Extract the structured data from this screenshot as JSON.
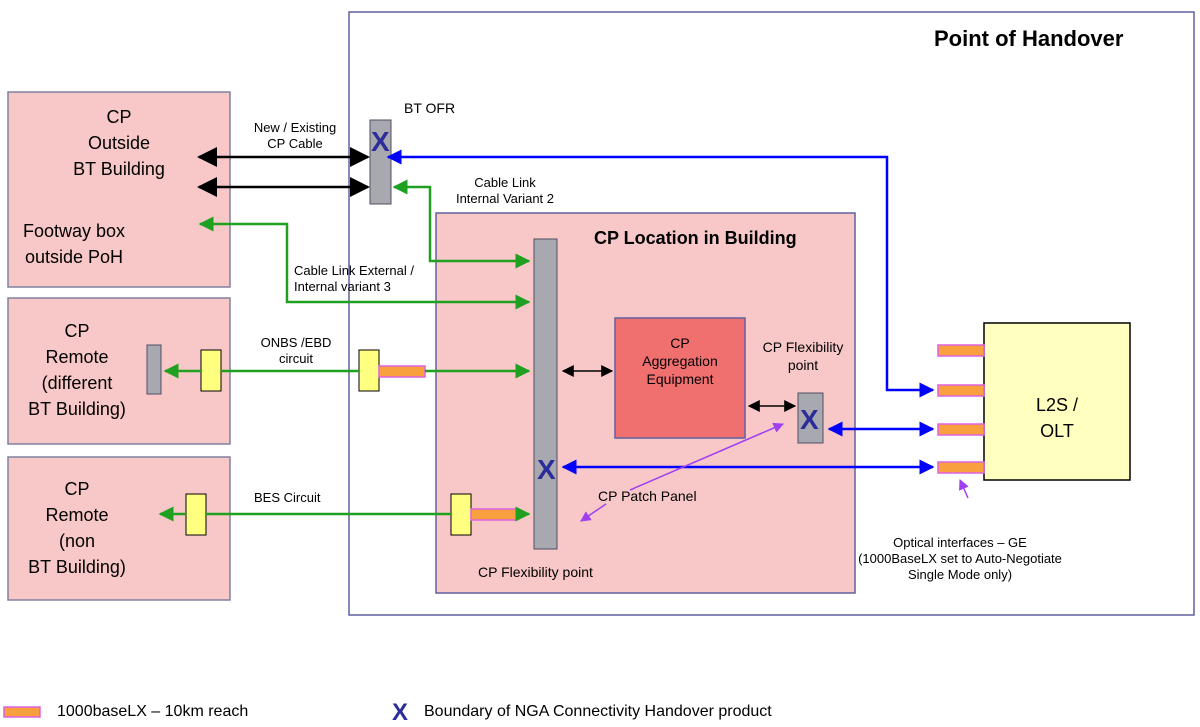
{
  "title": "Point of Handover",
  "cp_location_title": "CP Location in Building",
  "cp_outside": [
    "CP",
    "Outside",
    "BT Building"
  ],
  "footway": [
    "Footway box",
    "outside PoH"
  ],
  "cp_remote_diff": [
    "CP",
    "Remote",
    "(different",
    "BT Building)"
  ],
  "cp_remote_non": [
    "CP",
    "Remote",
    "(non",
    "BT Building)"
  ],
  "bt_ofr": "BT OFR",
  "new_existing": [
    "New / Existing",
    "CP Cable"
  ],
  "cable_link_int2": [
    "Cable Link",
    "Internal Variant 2"
  ],
  "cable_link_ext": [
    "Cable Link External /",
    "Internal variant 3"
  ],
  "onbs": [
    "ONBS /EBD",
    "circuit"
  ],
  "bes": "BES Circuit",
  "aggregation": [
    "CP",
    "Aggregation",
    "Equipment"
  ],
  "flex_point_right": [
    "CP Flexibility",
    "point"
  ],
  "flex_point_bottom": "CP Flexibility point",
  "patch_panel": "CP Patch Panel",
  "l2s": [
    "L2S /",
    "OLT"
  ],
  "optical": [
    "Optical interfaces – GE",
    "(1000BaseLX set to Auto-Negotiate",
    "Single Mode only)"
  ],
  "x_mark": "X",
  "legend": {
    "port": "1000baseLX – 10km reach",
    "x_symbol": "X",
    "x_text": "Boundary of NGA Connectivity Handover product"
  },
  "colors": {
    "pink_box": "#f8c8c8",
    "agg_box": "#f07070",
    "l2s_box": "#ffffc0",
    "grey_bar": "#a8a8b0",
    "yellow": "#ffff80",
    "orange": "#f8a040",
    "green": "#20a020",
    "blue": "#0000ff",
    "x_color": "#2d2d9a"
  }
}
